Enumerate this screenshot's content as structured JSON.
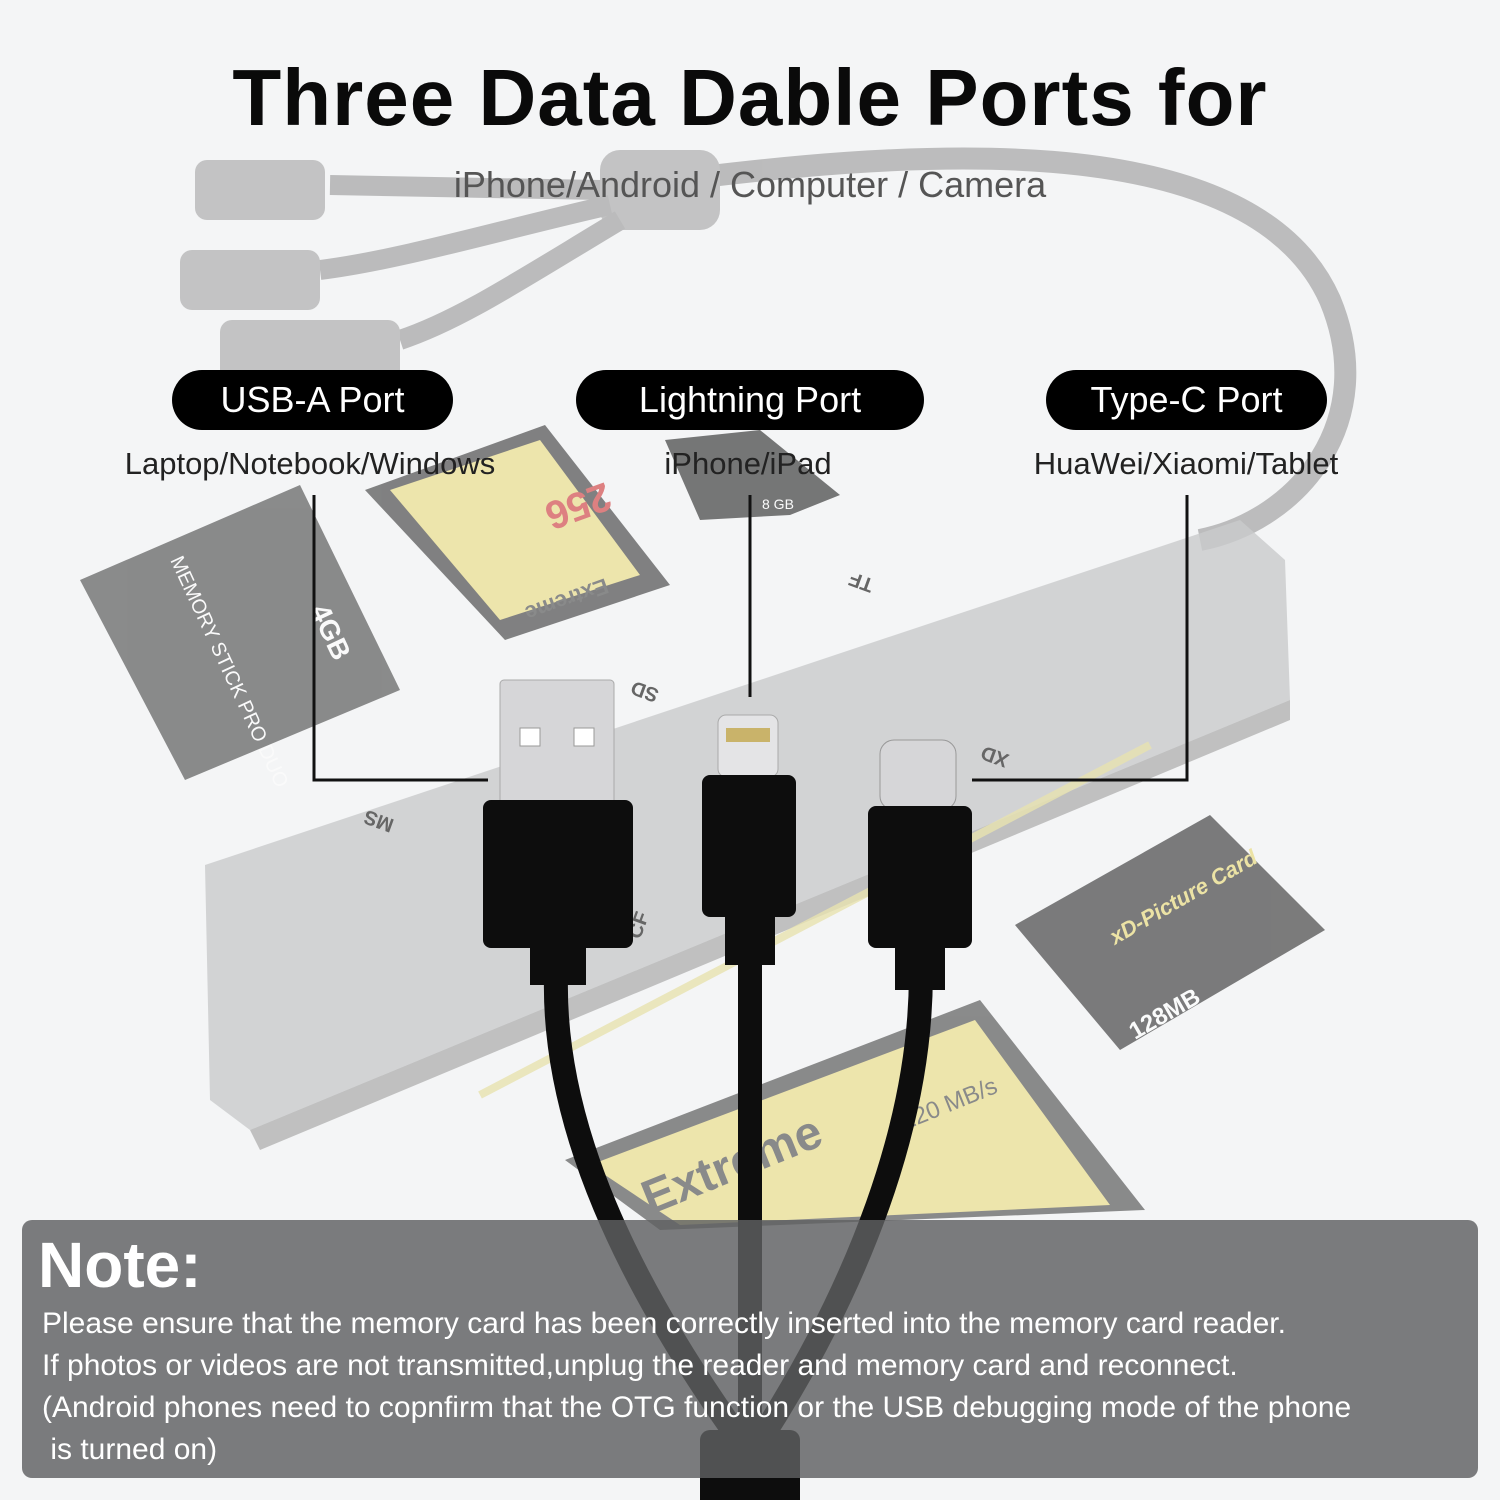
{
  "header": {
    "title": "Three Data Dable Ports for",
    "subtitle": "iPhone/Android / Computer / Camera"
  },
  "ports": [
    {
      "label": "USB-A Port",
      "devices": "Laptop/Notebook/Windows"
    },
    {
      "label": "Lightning Port",
      "devices": "iPhone/iPad"
    },
    {
      "label": "Type-C Port",
      "devices": "HuaWei/Xiaomi/Tablet"
    }
  ],
  "reader_slots": [
    "MS",
    "SD",
    "TF",
    "XD",
    "CF"
  ],
  "card_labels": {
    "sd": "256",
    "sd_brand": "Extreme",
    "ms": "MEMORY STICK PRO DUO",
    "ms_size": "4GB",
    "xd": "xD-Picture Card",
    "xd_size": "128MB",
    "cf": "Extreme",
    "cf_speed": "120 MB/s",
    "micro": "8 GB"
  },
  "note": {
    "heading": "Note:",
    "lines": [
      "Please ensure that the memory card has been correctly inserted into the memory card reader.",
      "If photos or videos are not transmitted,unplug the reader and memory card and reconnect.",
      "(Android phones need to copnfirm that the OTG function  or the USB debugging mode of the phone",
      " is turned on)"
    ]
  },
  "colors": {
    "pill": "#000000",
    "cable": "#0d0d0d",
    "note_bg": "#5f6062"
  }
}
